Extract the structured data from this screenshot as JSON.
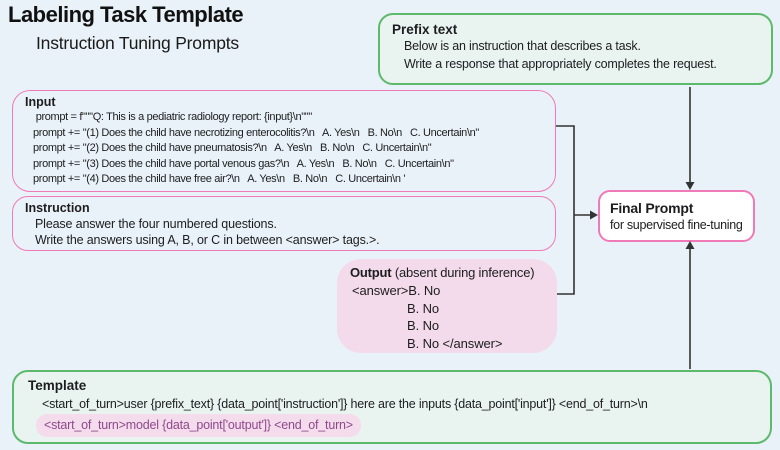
{
  "title": "Labeling Task Template",
  "subtitle": "Instruction Tuning Prompts",
  "prefix_box": {
    "label": "Prefix text",
    "lines": [
      "Below is an instruction that describes a task.",
      "Write a response that appropriately completes the request."
    ]
  },
  "input_box": {
    "label": "Input",
    "lines": [
      " prompt = f\"\"\"Q: This is a pediatric radiology report: {input}\\n\"\"\"",
      "prompt += \"(1) Does the child have necrotizing enterocolitis?\\n   A. Yes\\n   B. No\\n   C. Uncertain\\n\"",
      "prompt += \"(2) Does the child have pneumatosis?\\n   A. Yes\\n   B. No\\n   C. Uncertain\\n\"",
      "prompt += \"(3) Does the child have portal venous gas?\\n   A. Yes\\n   B. No\\n   C. Uncertain\\n\"",
      "prompt += \"(4) Does the child have free air?\\n   A. Yes\\n   B. No\\n   C. Uncertain\\n '"
    ]
  },
  "instruction_box": {
    "label": "Instruction",
    "lines": [
      "Please answer the four numbered questions.",
      "Write the answers using A, B, or C in between <answer> tags.>."
    ]
  },
  "output_box": {
    "label": "Output",
    "label_note": "(absent during inference)",
    "lines": [
      "<answer>B. No",
      "B. No",
      "B. No",
      "B. No </answer>"
    ]
  },
  "final_prompt_box": {
    "title": "Final Prompt",
    "subtitle": "for supervised fine-tuning"
  },
  "template_box": {
    "label": "Template",
    "user_line": "<start_of_turn>user {prefix_text} {data_point['instruction']} here are the inputs {data_point['input']} <end_of_turn>\\n",
    "model_line": "<start_of_turn>model {data_point['output']} <end_of_turn>"
  },
  "colors": {
    "background": "#e9f2f8",
    "green_border": "#5db96b",
    "pink_border": "#f07ab8",
    "output_fill": "#f3dbeb",
    "model_highlight": "#f5dcec",
    "model_text": "#8c4a8c",
    "arrow": "#333333"
  }
}
